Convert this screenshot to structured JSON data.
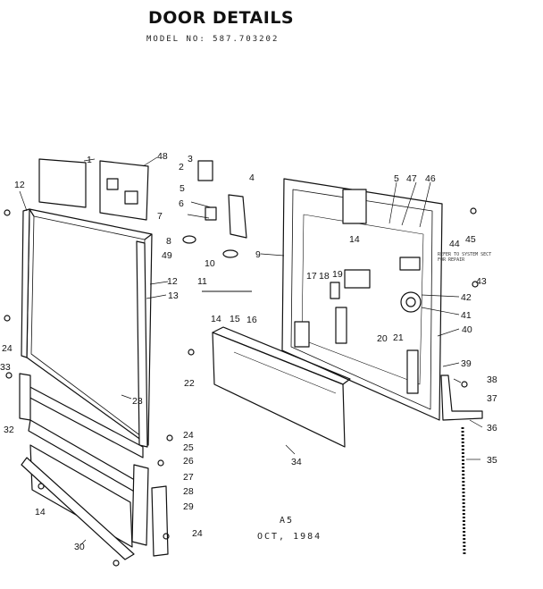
{
  "header": {
    "title": "DOOR DETAILS",
    "model": "MODEL NO: 587.703202"
  },
  "footer": {
    "code": "A5",
    "date": "OCT, 1984"
  },
  "note": {
    "line1": "REFER TO SYSTEM SECT",
    "line2": "FOR REPAIR"
  },
  "callouts": [
    {
      "id": "c1",
      "text": "1"
    },
    {
      "id": "c2",
      "text": "2"
    },
    {
      "id": "c3",
      "text": "3"
    },
    {
      "id": "c4",
      "text": "4"
    },
    {
      "id": "c5",
      "text": "5"
    },
    {
      "id": "c6",
      "text": "6"
    },
    {
      "id": "c7",
      "text": "7"
    },
    {
      "id": "c8",
      "text": "8"
    },
    {
      "id": "c9",
      "text": "9"
    },
    {
      "id": "c10",
      "text": "10"
    },
    {
      "id": "c11",
      "text": "11"
    },
    {
      "id": "c12",
      "text": "12"
    },
    {
      "id": "c12b",
      "text": "12"
    },
    {
      "id": "c13",
      "text": "13"
    },
    {
      "id": "c14",
      "text": "14"
    },
    {
      "id": "c14b",
      "text": "14"
    },
    {
      "id": "c14c",
      "text": "14"
    },
    {
      "id": "c15",
      "text": "15"
    },
    {
      "id": "c16",
      "text": "16"
    },
    {
      "id": "c17",
      "text": "17"
    },
    {
      "id": "c18",
      "text": "18"
    },
    {
      "id": "c19",
      "text": "19"
    },
    {
      "id": "c20",
      "text": "20"
    },
    {
      "id": "c21",
      "text": "21"
    },
    {
      "id": "c22",
      "text": "22"
    },
    {
      "id": "c23",
      "text": "23"
    },
    {
      "id": "c24",
      "text": "24"
    },
    {
      "id": "c24b",
      "text": "24"
    },
    {
      "id": "c24c",
      "text": "24"
    },
    {
      "id": "c25",
      "text": "25"
    },
    {
      "id": "c26",
      "text": "26"
    },
    {
      "id": "c27",
      "text": "27"
    },
    {
      "id": "c28",
      "text": "28"
    },
    {
      "id": "c29",
      "text": "29"
    },
    {
      "id": "c30",
      "text": "30"
    },
    {
      "id": "c32",
      "text": "32"
    },
    {
      "id": "c33",
      "text": "33"
    },
    {
      "id": "c34",
      "text": "34"
    },
    {
      "id": "c35",
      "text": "35"
    },
    {
      "id": "c36",
      "text": "36"
    },
    {
      "id": "c37",
      "text": "37"
    },
    {
      "id": "c38",
      "text": "38"
    },
    {
      "id": "c39",
      "text": "39"
    },
    {
      "id": "c40",
      "text": "40"
    },
    {
      "id": "c41",
      "text": "41"
    },
    {
      "id": "c42",
      "text": "42"
    },
    {
      "id": "c43",
      "text": "43"
    },
    {
      "id": "c44",
      "text": "44"
    },
    {
      "id": "c45",
      "text": "45"
    },
    {
      "id": "c46",
      "text": "46"
    },
    {
      "id": "c47",
      "text": "47"
    },
    {
      "id": "c48",
      "text": "48"
    },
    {
      "id": "c49",
      "text": "49"
    }
  ]
}
